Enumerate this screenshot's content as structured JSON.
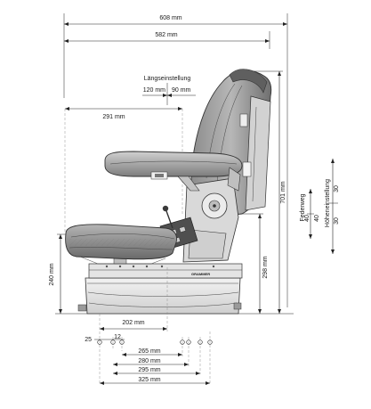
{
  "dimensions": {
    "overall_width": "608 mm",
    "base_width": "582 mm",
    "adjust_label": "Längseinstellung",
    "adjust_back": "120 mm",
    "adjust_forward": "90 mm",
    "seat_depth": "291 mm",
    "total_height": "701 mm",
    "travel_label": "Federweg",
    "travel_a": "40",
    "travel_b": "40",
    "height_adjust_label": "Höheneinstellung",
    "height_a": "30",
    "height_b": "30",
    "seat_height": "240 mm",
    "base_height": "298 mm",
    "foot_depth": "202 mm",
    "hole_25": "25",
    "hole_12": "12",
    "hole_265": "265 mm",
    "hole_280": "280 mm",
    "hole_295": "295 mm",
    "hole_325": "325 mm"
  },
  "brand": {
    "base_logo": "GRAMMER"
  },
  "colors": {
    "line": "#222222",
    "cushion_dark": "#6e6e6e",
    "cushion_mid": "#9a9a9a",
    "cushion_light": "#cfcfcf",
    "metal": "#d9d9d9",
    "base": "#e6e6e6"
  }
}
